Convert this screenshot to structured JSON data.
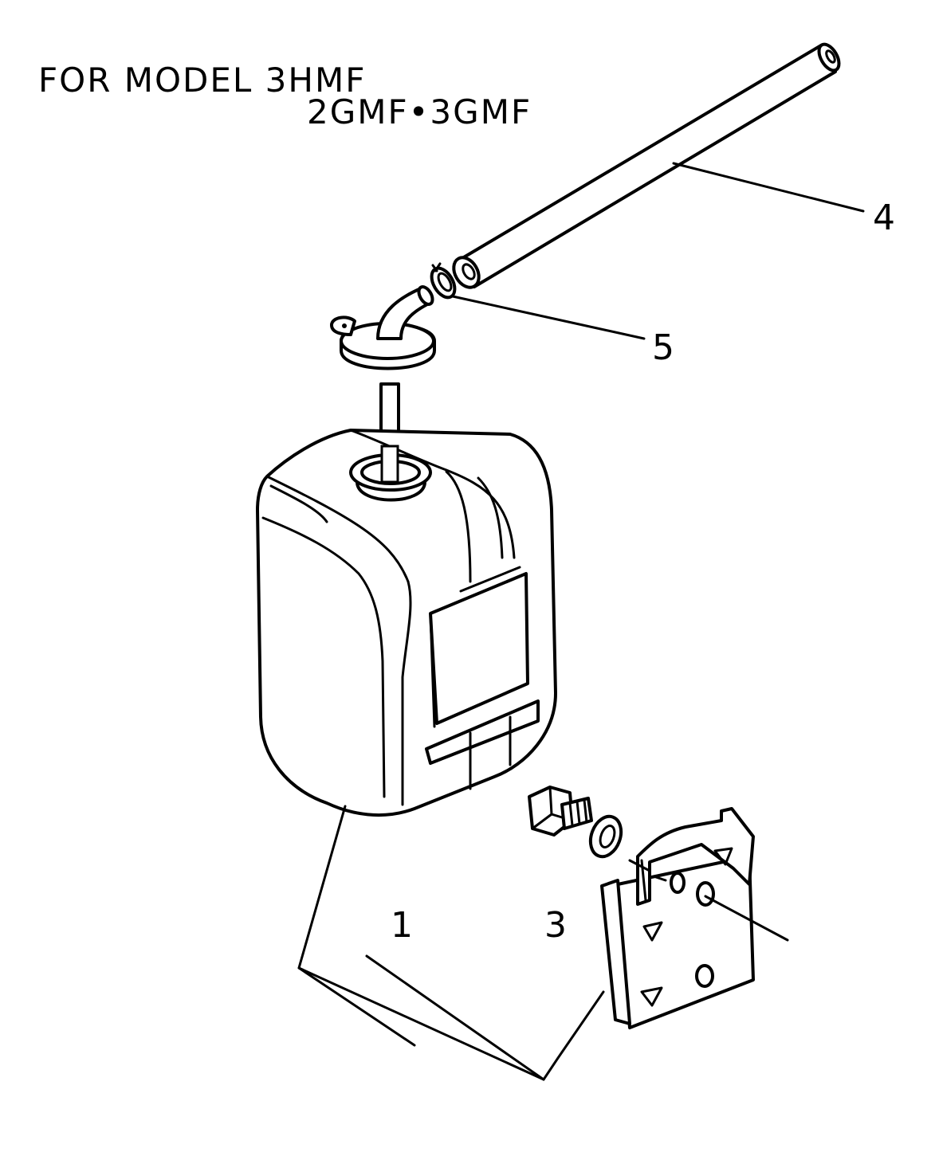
{
  "title": {
    "line1": "FOR MODEL 3HMF",
    "line2": "2GMF•3GMF"
  },
  "callouts": {
    "tank": "1",
    "bracket": "3",
    "hose": "4",
    "clip": "5"
  }
}
